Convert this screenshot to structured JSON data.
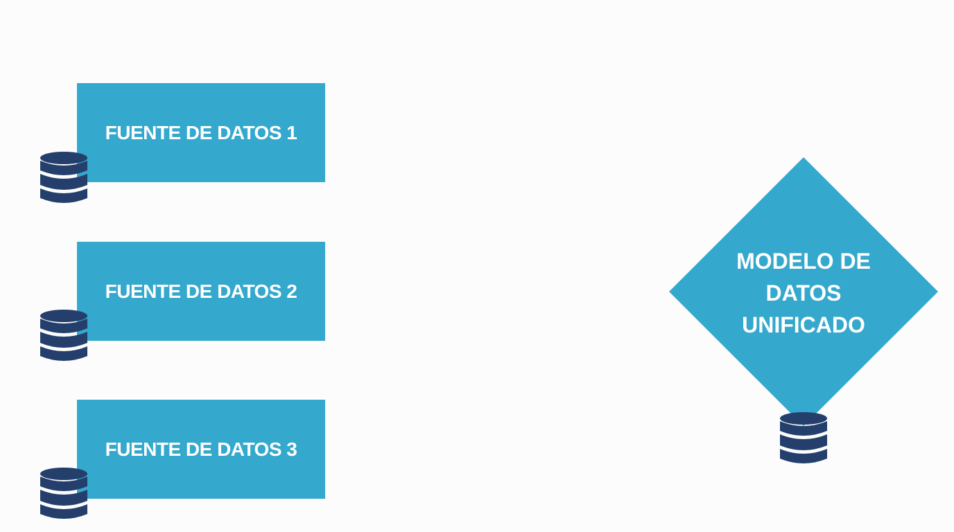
{
  "colors": {
    "box_fill": "#35a8cd",
    "box_text": "#ffffff",
    "database_icon": "#243f6b",
    "background": "#fcfcfc"
  },
  "sources": [
    {
      "label": "FUENTE DE DATOS 1",
      "icon": "database-icon"
    },
    {
      "label": "FUENTE DE DATOS 2",
      "icon": "database-icon"
    },
    {
      "label": "FUENTE DE DATOS 3",
      "icon": "database-icon"
    }
  ],
  "target": {
    "label": "MODELO DE DATOS UNIFICADO",
    "shape": "diamond",
    "icon": "database-icon"
  }
}
